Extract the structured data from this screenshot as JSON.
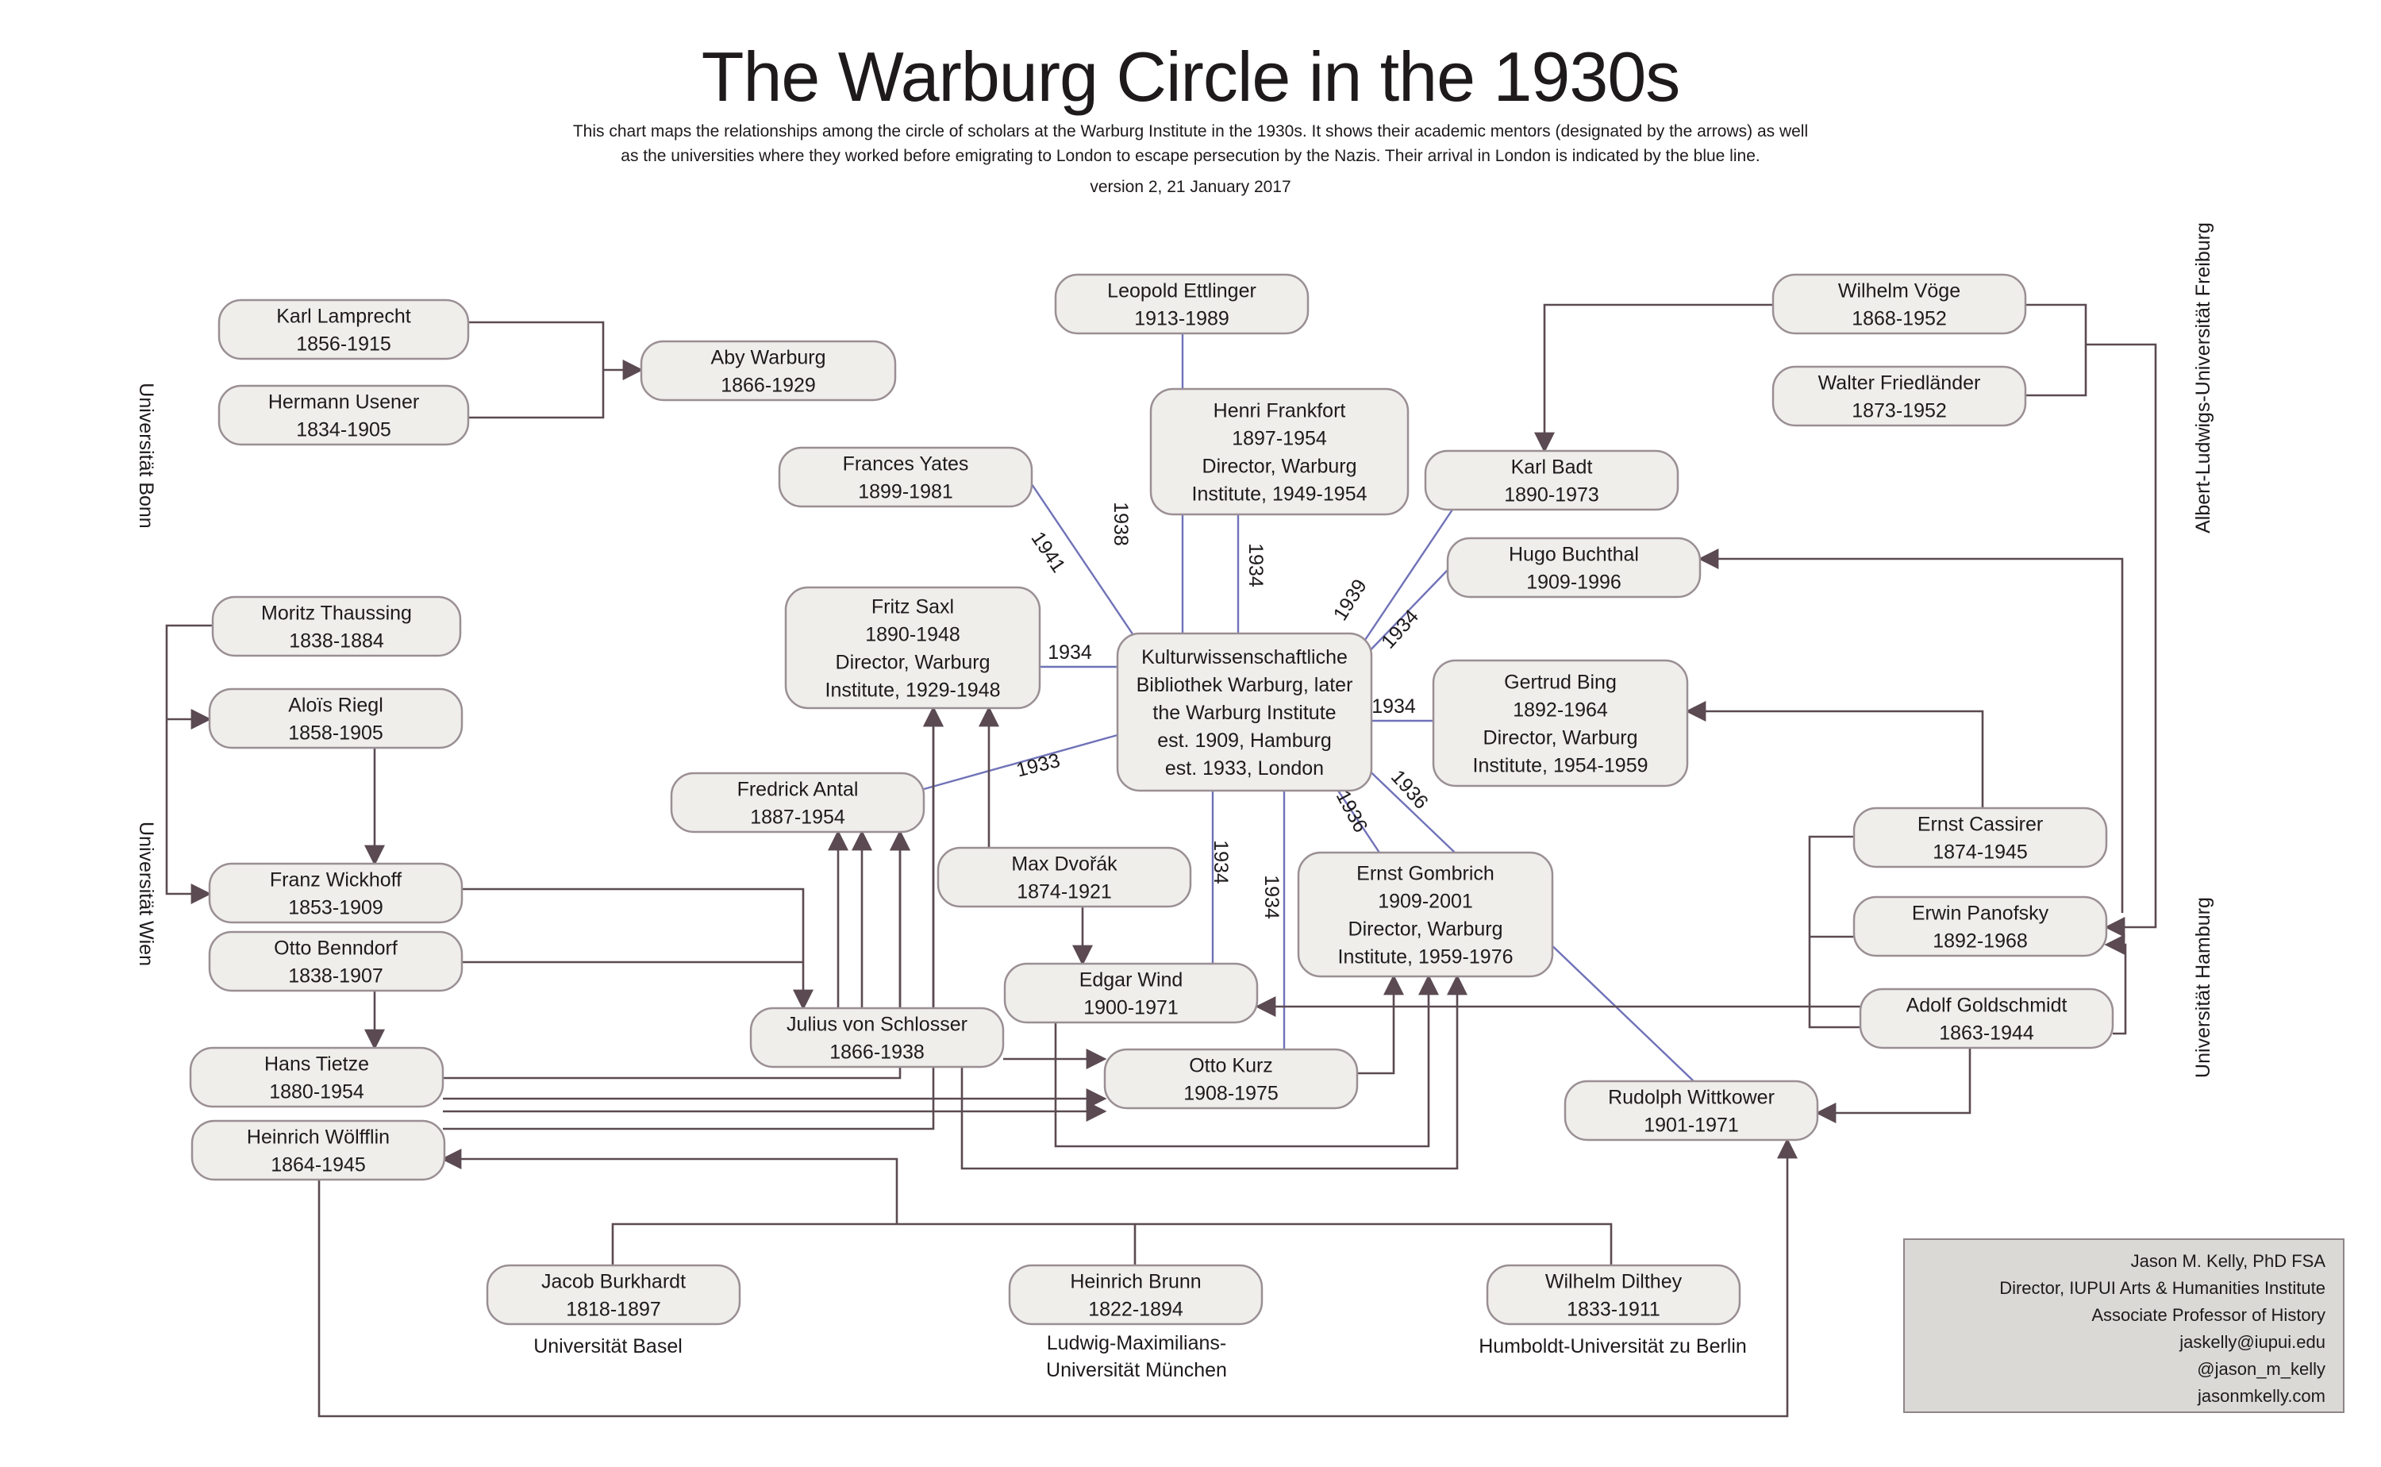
{
  "title": "The Warburg Circle in the 1930s",
  "subtitle_lines": [
    "This chart maps the relationships among the circle of scholars at the Warburg Institute in the 1930s.  It shows their academic mentors (designated by the arrows)  as well",
    "as the universities where they worked before emigrating to London to escape persecution by the Nazis.  Their arrival in London is indicated by the blue line."
  ],
  "version": "version 2, 21 January 2017",
  "nodes": [
    {
      "id": "lamprecht",
      "lines": [
        "Karl Lamprecht",
        "1856-1915"
      ]
    },
    {
      "id": "usener",
      "lines": [
        "Hermann Usener",
        "1834-1905"
      ]
    },
    {
      "id": "aby",
      "lines": [
        "Aby Warburg",
        "1866-1929"
      ]
    },
    {
      "id": "ettlinger",
      "lines": [
        "Leopold Ettlinger",
        "1913-1989"
      ]
    },
    {
      "id": "frankfort",
      "lines": [
        "Henri Frankfort",
        "1897-1954",
        "Director, Warburg",
        "Institute, 1949-1954"
      ]
    },
    {
      "id": "yates",
      "lines": [
        "Frances Yates",
        "1899-1981"
      ]
    },
    {
      "id": "voge",
      "lines": [
        "Wilhelm Vöge",
        "1868-1952"
      ]
    },
    {
      "id": "friedlander",
      "lines": [
        "Walter Friedländer",
        "1873-1952"
      ]
    },
    {
      "id": "badt",
      "lines": [
        "Karl Badt",
        "1890-1973"
      ]
    },
    {
      "id": "buchthal",
      "lines": [
        "Hugo Buchthal",
        "1909-1996"
      ]
    },
    {
      "id": "thausing",
      "lines": [
        "Moritz Thaussing",
        "1838-1884"
      ]
    },
    {
      "id": "riegl",
      "lines": [
        "Aloïs Riegl",
        "1858-1905"
      ]
    },
    {
      "id": "saxl",
      "lines": [
        "Fritz Saxl",
        "1890-1948",
        "Director, Warburg",
        "Institute, 1929-1948"
      ]
    },
    {
      "id": "kbw",
      "lines": [
        "Kulturwissenschaftliche",
        "Bibliothek Warburg, later",
        "the Warburg Institute",
        "est. 1909, Hamburg",
        "est. 1933, London"
      ]
    },
    {
      "id": "bing",
      "lines": [
        "Gertrud Bing",
        "1892-1964",
        "Director, Warburg",
        "Institute, 1954-1959"
      ]
    },
    {
      "id": "antal",
      "lines": [
        "Fredrick Antal",
        "1887-1954"
      ]
    },
    {
      "id": "cassirer",
      "lines": [
        "Ernst Cassirer",
        "1874-1945"
      ]
    },
    {
      "id": "wickhoff",
      "lines": [
        "Franz Wickhoff",
        "1853-1909"
      ]
    },
    {
      "id": "dvorak",
      "lines": [
        "Max Dvořák",
        "1874-1921"
      ]
    },
    {
      "id": "gombrich",
      "lines": [
        "Ernst Gombrich",
        "1909-2001",
        "Director, Warburg",
        "Institute, 1959-1976"
      ]
    },
    {
      "id": "panofsky",
      "lines": [
        "Erwin Panofsky",
        "1892-1968"
      ]
    },
    {
      "id": "benndorf",
      "lines": [
        "Otto Benndorf",
        "1838-1907"
      ]
    },
    {
      "id": "wind",
      "lines": [
        "Edgar Wind",
        "1900-1971"
      ]
    },
    {
      "id": "goldschmidt",
      "lines": [
        "Adolf Goldschmidt",
        "1863-1944"
      ]
    },
    {
      "id": "schlosser",
      "lines": [
        "Julius von Schlosser",
        "1866-1938"
      ]
    },
    {
      "id": "tietze",
      "lines": [
        "Hans Tietze",
        "1880-1954"
      ]
    },
    {
      "id": "kurz",
      "lines": [
        "Otto Kurz",
        "1908-1975"
      ]
    },
    {
      "id": "wittkower",
      "lines": [
        "Rudolph Wittkower",
        "1901-1971"
      ]
    },
    {
      "id": "wolfflin",
      "lines": [
        "Heinrich Wölfflin",
        "1864-1945"
      ]
    },
    {
      "id": "burckhardt",
      "lines": [
        "Jacob Burkhardt",
        "1818-1897"
      ]
    },
    {
      "id": "brunn",
      "lines": [
        "Heinrich Brunn",
        "1822-1894"
      ]
    },
    {
      "id": "dilthey",
      "lines": [
        "Wilhelm Dilthey",
        "1833-1911"
      ]
    }
  ],
  "arrival_years": [
    {
      "from": "ettlinger",
      "year": "1938"
    },
    {
      "from": "yates",
      "year": "1941"
    },
    {
      "from": "frankfort",
      "year": "1934"
    },
    {
      "from": "badt",
      "year": "1939"
    },
    {
      "from": "buchthal",
      "year": "1934"
    },
    {
      "from": "saxl",
      "year": "1934"
    },
    {
      "from": "bing",
      "year": "1934"
    },
    {
      "from": "antal",
      "year": "1933"
    },
    {
      "from": "wind",
      "year": "1934"
    },
    {
      "from": "kurz",
      "year": "1934"
    },
    {
      "from": "gombrich",
      "year": "1936"
    },
    {
      "from": "wittkower",
      "year": "1936"
    }
  ],
  "universities": [
    {
      "id": "bonn",
      "text": "Universität Bonn"
    },
    {
      "id": "wien",
      "text": "Universität Wien"
    },
    {
      "id": "freiburg",
      "text": "Albert-Ludwigs-Universität Freiburg"
    },
    {
      "id": "hamburg",
      "text": "Universität Hamburg"
    },
    {
      "id": "basel",
      "text": "Universität Basel"
    },
    {
      "id": "munich",
      "lines": [
        "Ludwig-Maximilians-",
        "Universität München"
      ]
    },
    {
      "id": "berlin",
      "text": "Humboldt-Universität zu Berlin"
    }
  ],
  "credits": [
    "Jason M. Kelly, PhD FSA",
    "Director, IUPUI Arts & Humanities Institute",
    "Associate Professor of History",
    "jaskelly@iupui.edu",
    "@jason_m_kelly",
    "jasonmkelly.com"
  ],
  "colors": {
    "node_fill": "#efeeeb",
    "node_stroke": "#9a8f94",
    "mentor_line": "#5b4a52",
    "arrival_line": "#6f72b8",
    "credits_fill": "#dad9d6"
  }
}
